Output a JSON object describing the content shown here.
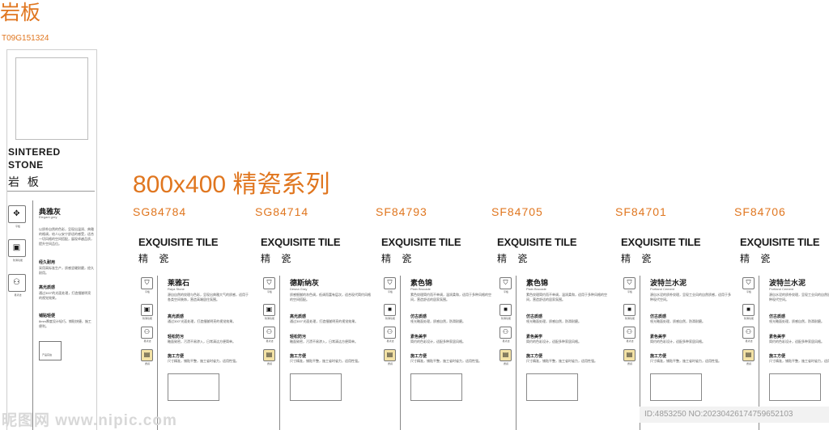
{
  "header": {
    "title": "岩板",
    "code": "T09G151324",
    "series_title": "800x400  精瓷系列"
  },
  "left_panel": {
    "brand_line1": "SINTERED",
    "brand_line2": "STONE",
    "brand_cn": "岩 板",
    "icons": [
      {
        "icon": "cross-arrows-icon",
        "label": "平板"
      },
      {
        "icon": "square-pattern-icon",
        "label": "防滑功能"
      },
      {
        "icon": "people-icon",
        "label": "易清洁"
      }
    ],
    "product_name": "典雅灰",
    "product_en": "Elegant grey",
    "desc": "以质朴自然的色彩，呈现出温润、典雅的格调，给人以安宁舒适的感受，适合一切风格的空间搭配，展现卓越品质，提升空间品位。",
    "sections": [
      {
        "head": "经久耐用",
        "text": "采用高标准生产，质感坚硬耐磨，经久耐用。"
      },
      {
        "head": "高光质感",
        "text": "通过300°的光面处理，打造细腻明亮的视觉效果。"
      },
      {
        "head": "铺贴轻便",
        "text": "8mm厚度设计轻巧，铺贴快捷，施工便利。"
      }
    ],
    "box_label": "产品实拍"
  },
  "cards": [
    {
      "code": "SG84784",
      "tile": "EXQUISITE TILE",
      "tile_cn": "精 瓷",
      "name": "莱雅石",
      "en": "Raya Stone",
      "desc": "源自自然的纹理与色彩，呈现出典雅大气的质感，适用于各类空间装饰，营造高端居住氛围。",
      "s1h": "高光质感",
      "s1t": "通过300°光面处理，打造细腻明亮的视觉效果。",
      "s2h": "轻松防污",
      "s2t": "釉面致密，污渍不易渗入，日常清洁方便简单。",
      "s3h": "施工方便",
      "s3t": "尺寸精准，铺贴平整，施工省时省力，适用性强。",
      "hollow": true
    },
    {
      "code": "SG84714",
      "tile": "EXQUISITE TILE",
      "tile_cn": "精 瓷",
      "name": "德斯纳灰",
      "en": "Desna Gray",
      "desc": "质感细腻的灰色调，低调而富有层次，适合现代简约风格的空间搭配。",
      "s1h": "高光质感",
      "s1t": "通过300°光面处理，打造细腻明亮的视觉效果。",
      "s2h": "轻松防污",
      "s2t": "釉面致密，污渍不易渗入，日常清洁方便简单。",
      "s3h": "施工方便",
      "s3t": "尺寸精准，铺贴平整，施工省时省力，适用性强。",
      "hollow": true
    },
    {
      "code": "SF84793",
      "tile": "EXQUISITE TILE",
      "tile_cn": "精 瓷",
      "name": "素色锦",
      "en": "Plain Brocade",
      "desc": "素色纹理简约而不单调，温润柔和，适用于多种风格的空间，营造舒适的居家氛围。",
      "s1h": "仿古质感",
      "s1t": "哑光釉面处理，质感自然，防滑耐磨。",
      "s2h": "素色美学",
      "s2t": "简约的色彩设计，适配多种家居风格。",
      "s3h": "施工方便",
      "s3t": "尺寸精准，铺贴平整，施工省时省力，适用性强。",
      "hollow": false
    },
    {
      "code": "SF84705",
      "tile": "EXQUISITE TILE",
      "tile_cn": "精 瓷",
      "name": "素色锦",
      "en": "Plain Brocade",
      "desc": "素色纹理简约而不单调，温润柔和，适用于多种风格的空间，营造舒适的居家氛围。",
      "s1h": "仿古质感",
      "s1t": "哑光釉面处理，质感自然，防滑耐磨。",
      "s2h": "素色美学",
      "s2t": "简约的色彩设计，适配多种家居风格。",
      "s3h": "施工方便",
      "s3t": "尺寸精准，铺贴平整，施工省时省力，适用性强。",
      "hollow": false
    },
    {
      "code": "SF84701",
      "tile": "EXQUISITE TILE",
      "tile_cn": "精 瓷",
      "name": "波特兰水泥",
      "en": "Portland Cement",
      "desc": "源自水泥的质朴纹理，呈现工业风的自然质感，适用于多种现代空间。",
      "s1h": "仿古质感",
      "s1t": "哑光釉面处理，质感自然，防滑耐磨。",
      "s2h": "素色美学",
      "s2t": "简约的色彩设计，适配多种家居风格。",
      "s3h": "施工方便",
      "s3t": "尺寸精准，铺贴平整，施工省时省力，适用性强。",
      "hollow": false
    },
    {
      "code": "SF84706",
      "tile": "EXQUISITE TILE",
      "tile_cn": "精 瓷",
      "name": "波特兰水泥",
      "en": "Portland Cement",
      "desc": "源自水泥的质朴纹理，呈现工业风的自然质感，适用于多种现代空间。",
      "s1h": "仿古质感",
      "s1t": "哑光釉面处理，质感自然，防滑耐磨。",
      "s2h": "素色美学",
      "s2t": "简约的色彩设计，适配多种家居风格。",
      "s3h": "施工方便",
      "s3t": "尺寸精准，铺贴平整，施工省时省力，适用性强。",
      "hollow": false
    }
  ],
  "card_icon_labels": [
    "平板",
    "防滑功能",
    "易清洁",
    "质感"
  ],
  "watermark": {
    "left": "昵图网 www.nipic.com",
    "right": "ID:4853250 NO:20230426174759652103"
  },
  "colors": {
    "accent": "#e0761f",
    "line": "#888888"
  }
}
